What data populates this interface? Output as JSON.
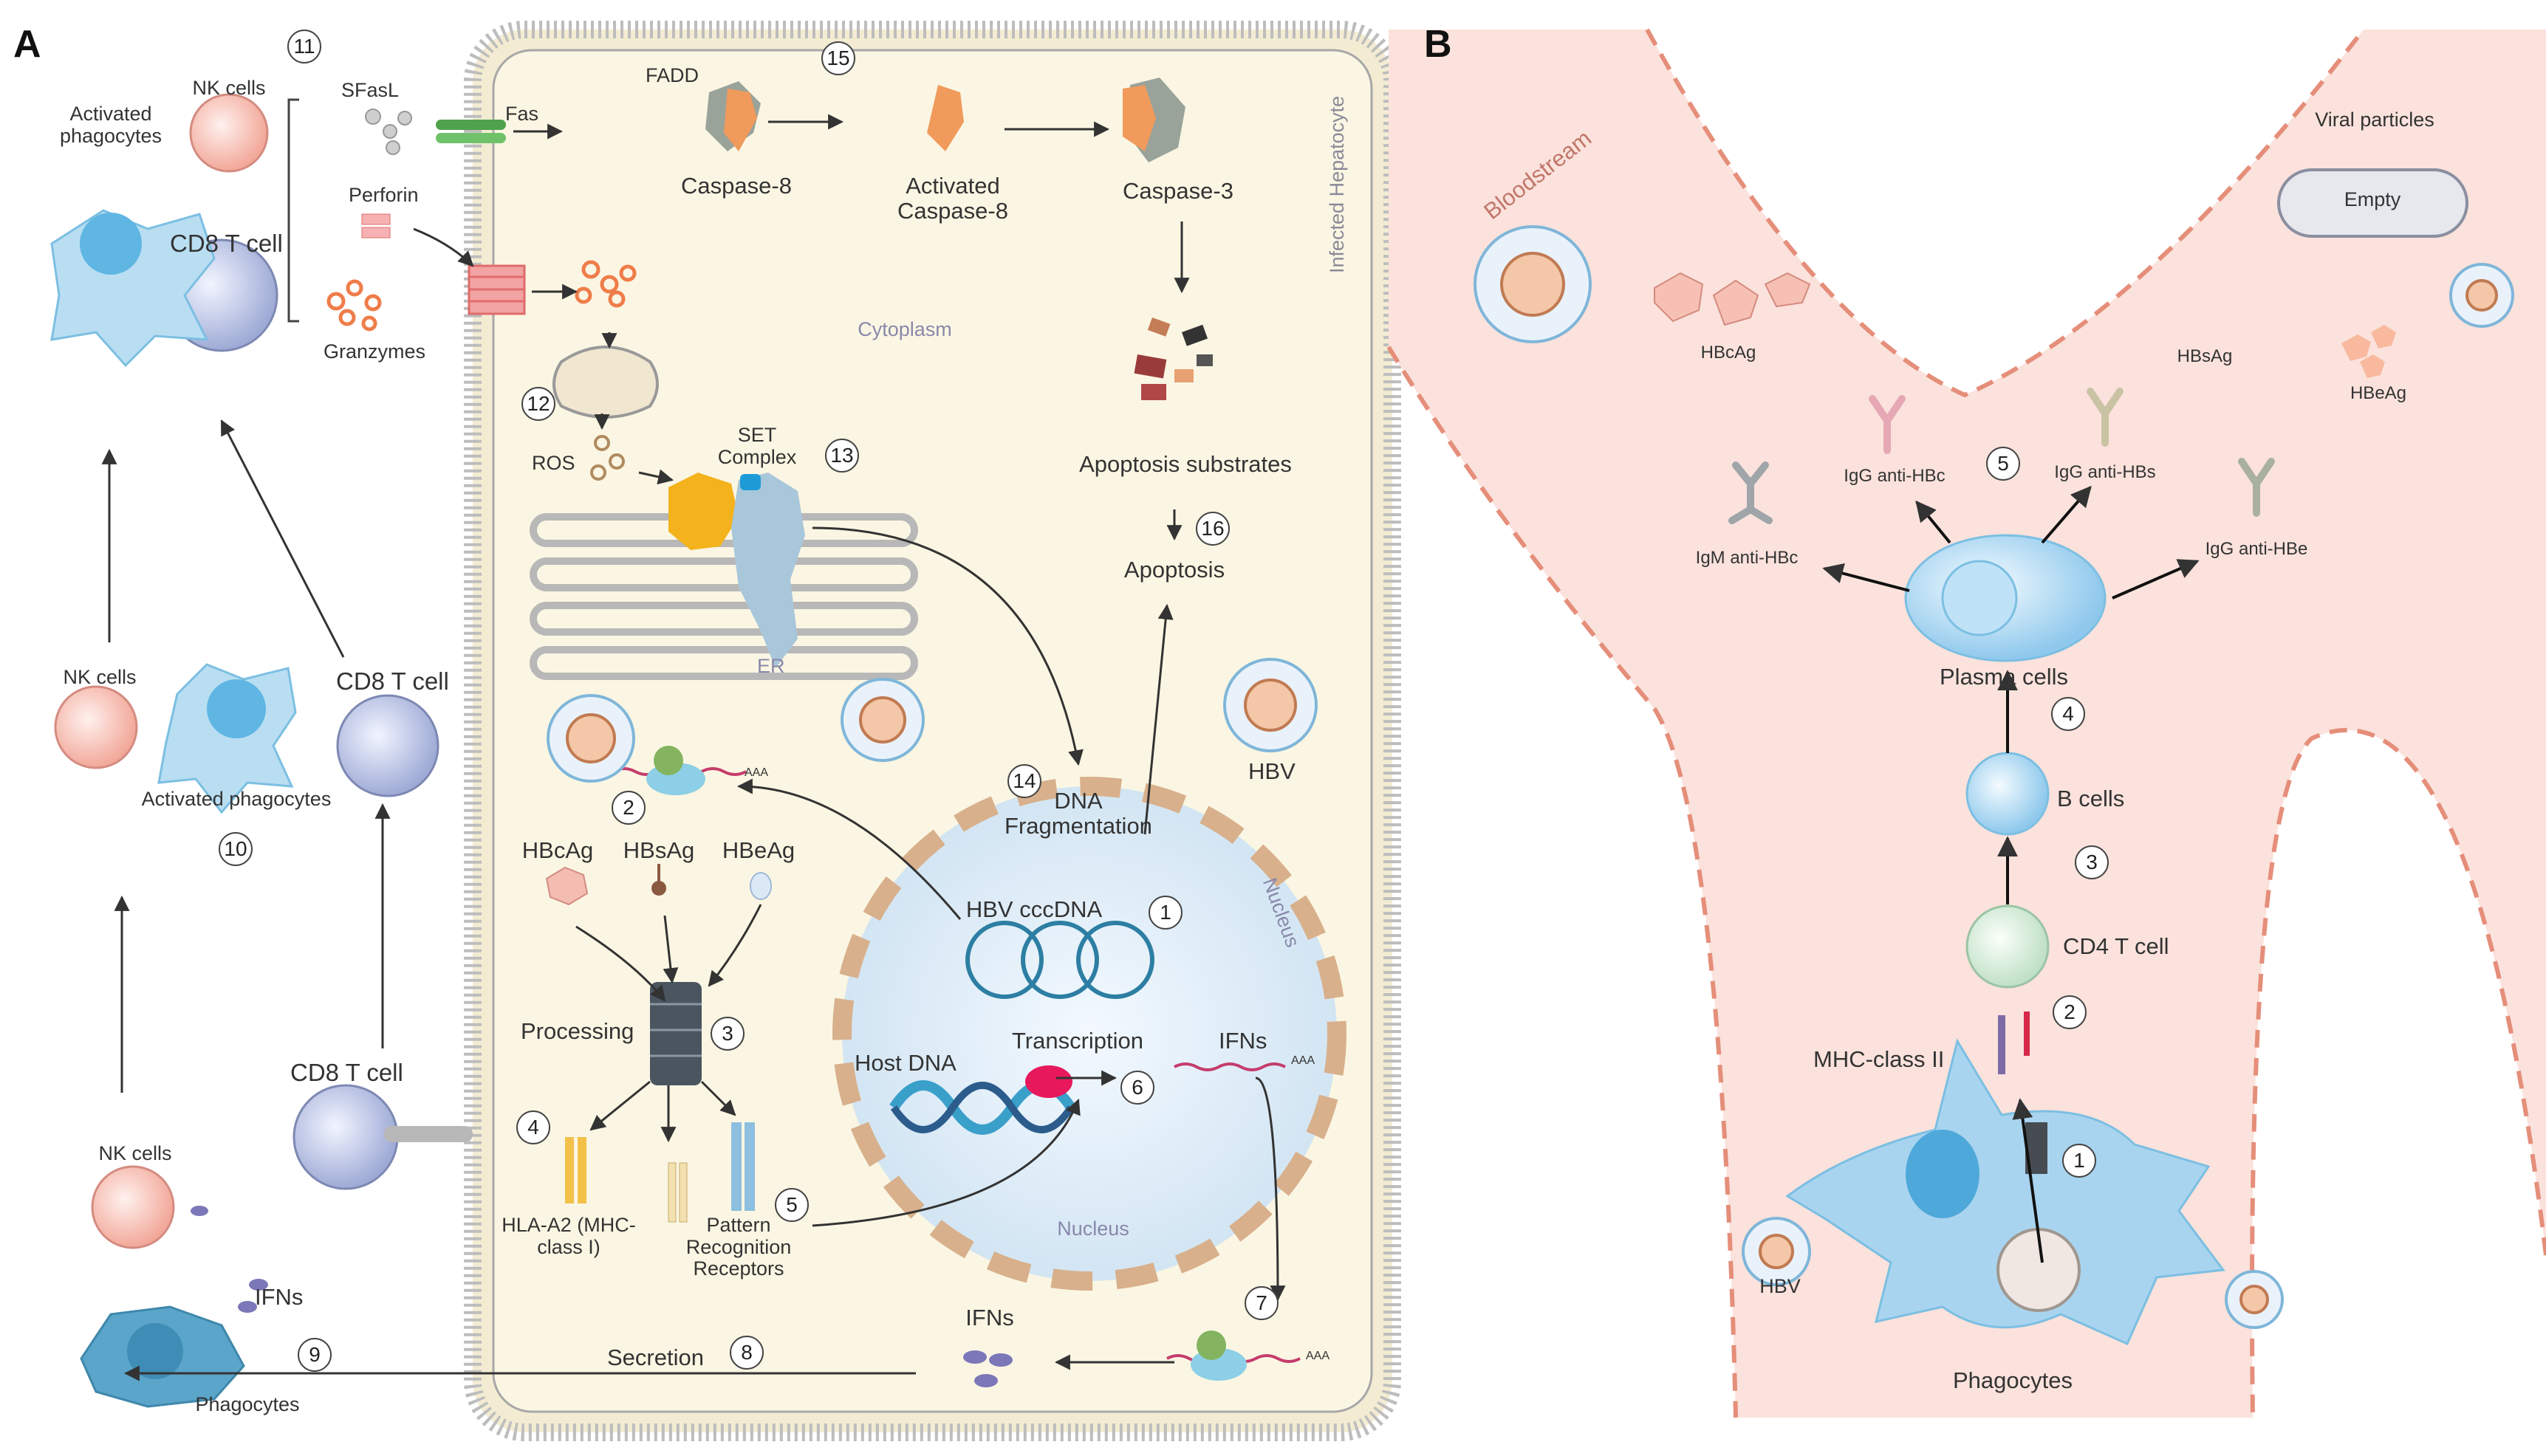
{
  "panels": {
    "a": "A",
    "b": "B"
  },
  "panel_a": {
    "hepatocyte_label": "Infected Hepatocyte",
    "cytoplasm": "Cytoplasm",
    "er": "ER",
    "nucleus_labels": [
      "Nucleus",
      "Nucleus"
    ],
    "labels": {
      "fadd": "FADD",
      "fas": "Fas",
      "sfasl": "SFasL",
      "perforin": "Perforin",
      "granzymes": "Granzymes",
      "caspase8": "Caspase-8",
      "activated_caspase8": "Activated Caspase-8",
      "caspase3": "Caspase-3",
      "apoptosis_substrates": "Apoptosis substrates",
      "apoptosis": "Apoptosis",
      "ros": "ROS",
      "set_complex": "SET Complex",
      "hbv": "HBV",
      "dna_fragmentation": "DNA Fragmentation",
      "hbv_cccdna": "HBV cccDNA",
      "hbcag": "HBcAg",
      "hbsag": "HBsAg",
      "hbeag": "HBeAg",
      "processing": "Processing",
      "host_dna": "Host DNA",
      "transcription": "Transcription",
      "ifns_nucleus": "IFNs",
      "hla": "HLA-A2 (MHC-class I)",
      "prr": "Pattern Recognition Receptors",
      "ifns_bottom": "IFNs",
      "secretion": "Secretion",
      "aaa1": "AAA",
      "aaa2": "AAA",
      "aaa3": "AAA"
    },
    "immune": {
      "activated_phagocytes_top": "Activated phagocytes",
      "nk_top": "NK cells",
      "cd8_top": "CD8 T cell",
      "nk_mid": "NK cells",
      "activated_phagocytes_mid": "Activated phagocytes",
      "cd8_mid": "CD8 T cell",
      "cd8_bottom": "CD8 T cell",
      "nk_bottom": "NK cells",
      "ifns": "IFNs",
      "phagocytes": "Phagocytes"
    },
    "steps": [
      "1",
      "2",
      "3",
      "4",
      "5",
      "6",
      "7",
      "8",
      "9",
      "10",
      "11",
      "12",
      "13",
      "14",
      "15",
      "16"
    ]
  },
  "panel_b": {
    "bloodstream": "Bloodstream",
    "viral_particles": "Viral particles",
    "empty": "Empty",
    "hbcag": "HBcAg",
    "hbsag": "HBsAg",
    "hbeag": "HBeAg",
    "igg_anti_hbc": "IgG anti-HBc",
    "igg_anti_hbs": "IgG anti-HBs",
    "igm_anti_hbc": "IgM anti-HBc",
    "igg_anti_hbe": "IgG anti-HBe",
    "plasma_cells": "Plasma cells",
    "b_cells": "B cells",
    "cd4_t_cell": "CD4 T cell",
    "mhc_class_ii": "MHC-class II",
    "hbv": "HBV",
    "phagocytes": "Phagocytes",
    "steps": [
      "1",
      "2",
      "3",
      "4",
      "5"
    ]
  },
  "colors": {
    "cytoplasm": "#fbf6e3",
    "nucleus": "#dcebf6",
    "caspase": "#f09a5c",
    "bloodstream": "#fbe2dc",
    "phagocyte": "#8fcbe8",
    "cd8": "#aeb9dc",
    "nk": "#f6b9ad",
    "set_complex": "#f3b21c"
  }
}
